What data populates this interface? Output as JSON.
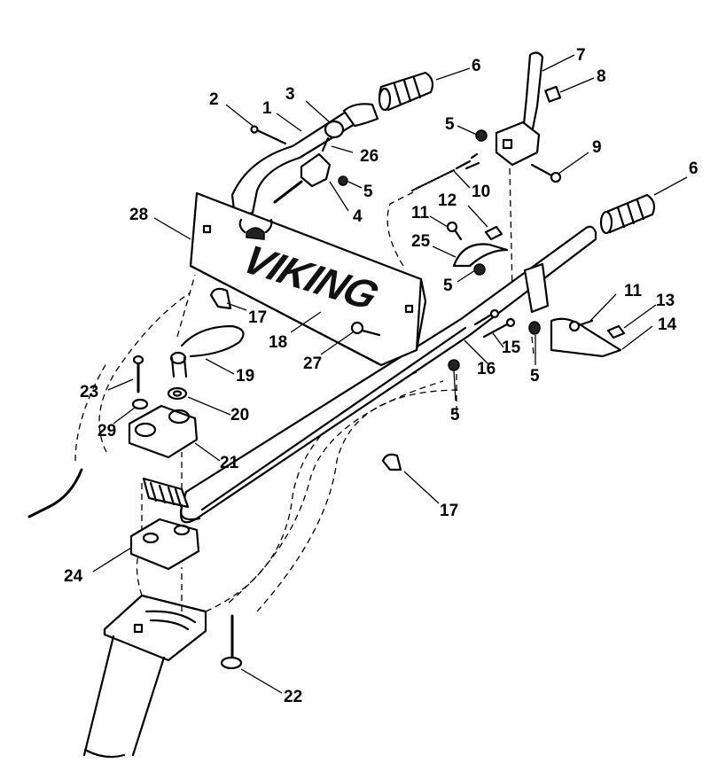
{
  "diagram": {
    "brand_logo_text": "VIKING",
    "callouts": [
      {
        "id": "c1",
        "label": "1"
      },
      {
        "id": "c2",
        "label": "2"
      },
      {
        "id": "c3",
        "label": "3"
      },
      {
        "id": "c4",
        "label": "4"
      },
      {
        "id": "c5a",
        "label": "5"
      },
      {
        "id": "c5b",
        "label": "5"
      },
      {
        "id": "c5c",
        "label": "5"
      },
      {
        "id": "c5d",
        "label": "5"
      },
      {
        "id": "c5e",
        "label": "5"
      },
      {
        "id": "c6a",
        "label": "6"
      },
      {
        "id": "c6b",
        "label": "6"
      },
      {
        "id": "c7",
        "label": "7"
      },
      {
        "id": "c8",
        "label": "8"
      },
      {
        "id": "c9",
        "label": "9"
      },
      {
        "id": "c10",
        "label": "10"
      },
      {
        "id": "c11a",
        "label": "11"
      },
      {
        "id": "c11b",
        "label": "11"
      },
      {
        "id": "c12",
        "label": "12"
      },
      {
        "id": "c13",
        "label": "13"
      },
      {
        "id": "c14",
        "label": "14"
      },
      {
        "id": "c15",
        "label": "15"
      },
      {
        "id": "c16",
        "label": "16"
      },
      {
        "id": "c17a",
        "label": "17"
      },
      {
        "id": "c17b",
        "label": "17"
      },
      {
        "id": "c18",
        "label": "18"
      },
      {
        "id": "c19",
        "label": "19"
      },
      {
        "id": "c20",
        "label": "20"
      },
      {
        "id": "c21",
        "label": "21"
      },
      {
        "id": "c22",
        "label": "22"
      },
      {
        "id": "c23",
        "label": "23"
      },
      {
        "id": "c24",
        "label": "24"
      },
      {
        "id": "c25",
        "label": "25"
      },
      {
        "id": "c26",
        "label": "26"
      },
      {
        "id": "c27",
        "label": "27"
      },
      {
        "id": "c28",
        "label": "28"
      },
      {
        "id": "c29",
        "label": "29"
      }
    ]
  }
}
